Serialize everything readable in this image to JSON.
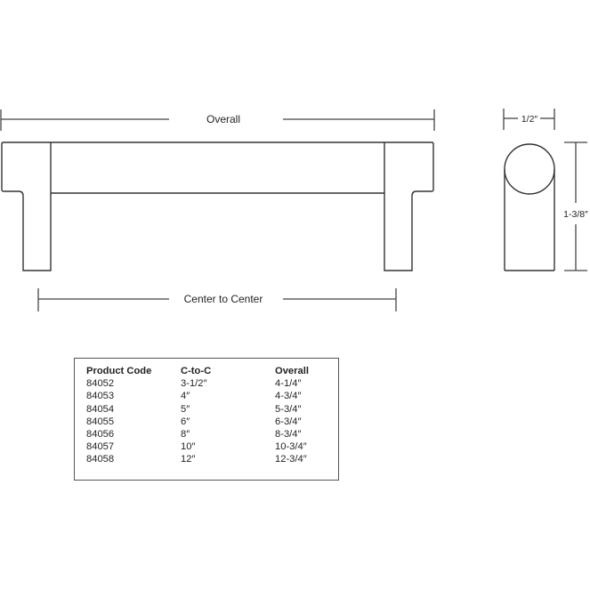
{
  "diagram": {
    "front_view": {
      "overall_label": "Overall",
      "center_to_center_label": "Center to Center"
    },
    "side_view": {
      "width_label": "1/2″",
      "height_label": "1-3/8″"
    }
  },
  "spec_table": {
    "headers": [
      "Product Code",
      "C-to-C",
      "Overall"
    ],
    "rows": [
      [
        "84052",
        "3-1/2″",
        "4-1/4″"
      ],
      [
        "84053",
        "4″",
        "4-3/4″"
      ],
      [
        "84054",
        "5″",
        "5-3/4″"
      ],
      [
        "84055",
        "6″",
        "6-3/4″"
      ],
      [
        "84056",
        "8″",
        "8-3/4″"
      ],
      [
        "84057",
        "10″",
        "10-3/4″"
      ],
      [
        "84058",
        "12″",
        "12-3/4″"
      ]
    ]
  },
  "colors": {
    "line": "#231f20",
    "table_border": "#555555"
  }
}
